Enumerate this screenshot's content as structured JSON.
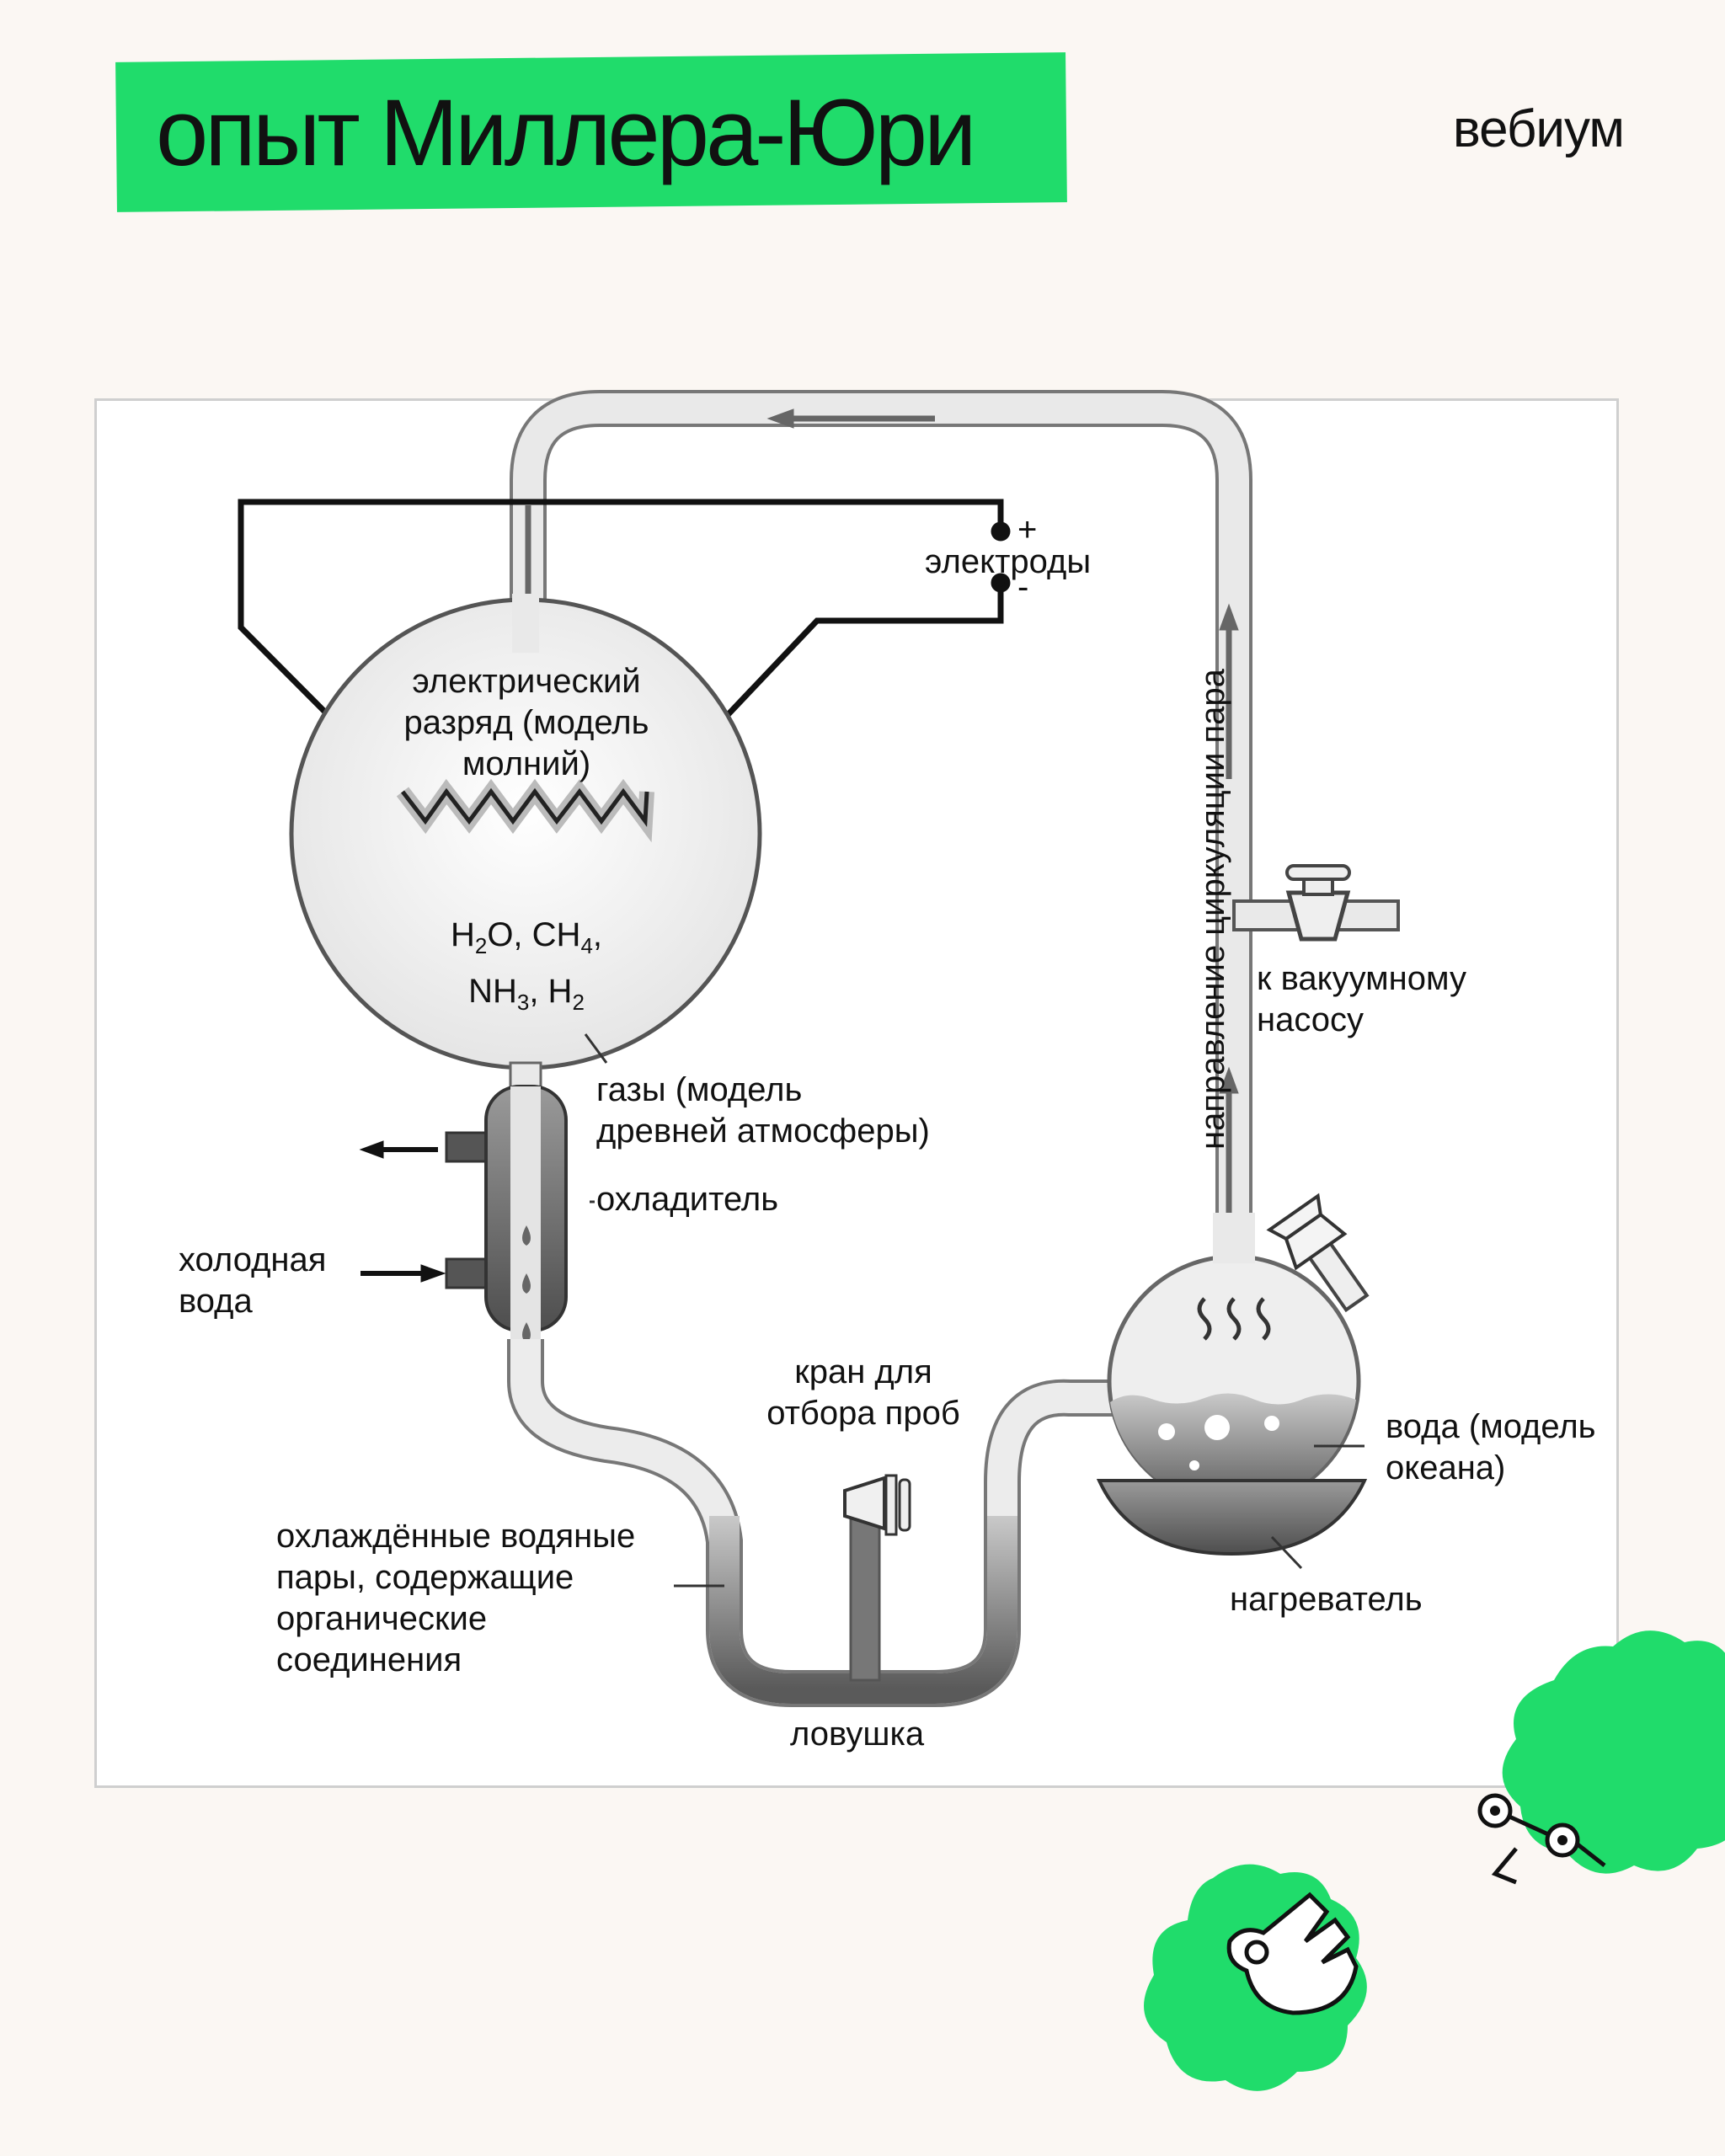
{
  "header": {
    "title": "опыт Миллера-Юри",
    "brand": "вебиум"
  },
  "diagram": {
    "labels": {
      "electrodes": "электроды",
      "electrode_plus": "+",
      "electrode_minus": "-",
      "discharge": [
        "электрический",
        "разряд (модель",
        "молний)"
      ],
      "gases": [
        "газы (модель",
        "древней атмосферы)"
      ],
      "cooler": "охладитель",
      "cold_water": [
        "холодная",
        "вода"
      ],
      "condensed": [
        "охлаждённые водяные",
        "пары, содержащие",
        "органические",
        "соединения"
      ],
      "sampling_valve": [
        "кран для",
        "отбора проб"
      ],
      "trap": "ловушка",
      "water": [
        "вода (модель",
        "океана)"
      ],
      "heater": "нагреватель",
      "vacuum": [
        "к вакуумному",
        "насосу"
      ],
      "circulation": "направление циркуляции пара"
    },
    "formula": {
      "line1": [
        [
          "H",
          "2",
          "O, CH",
          "4",
          ","
        ]
      ],
      "line2": [
        [
          "NH",
          "3",
          ", H",
          "2",
          ""
        ]
      ]
    }
  },
  "colors": {
    "accent": "#20dc6b",
    "background": "#fbf7f3",
    "glass": "#e8e8e8",
    "liquid": "#7a7a7a"
  },
  "stickers": [
    "ok-hand-icon",
    "face-with-glasses-icon"
  ]
}
